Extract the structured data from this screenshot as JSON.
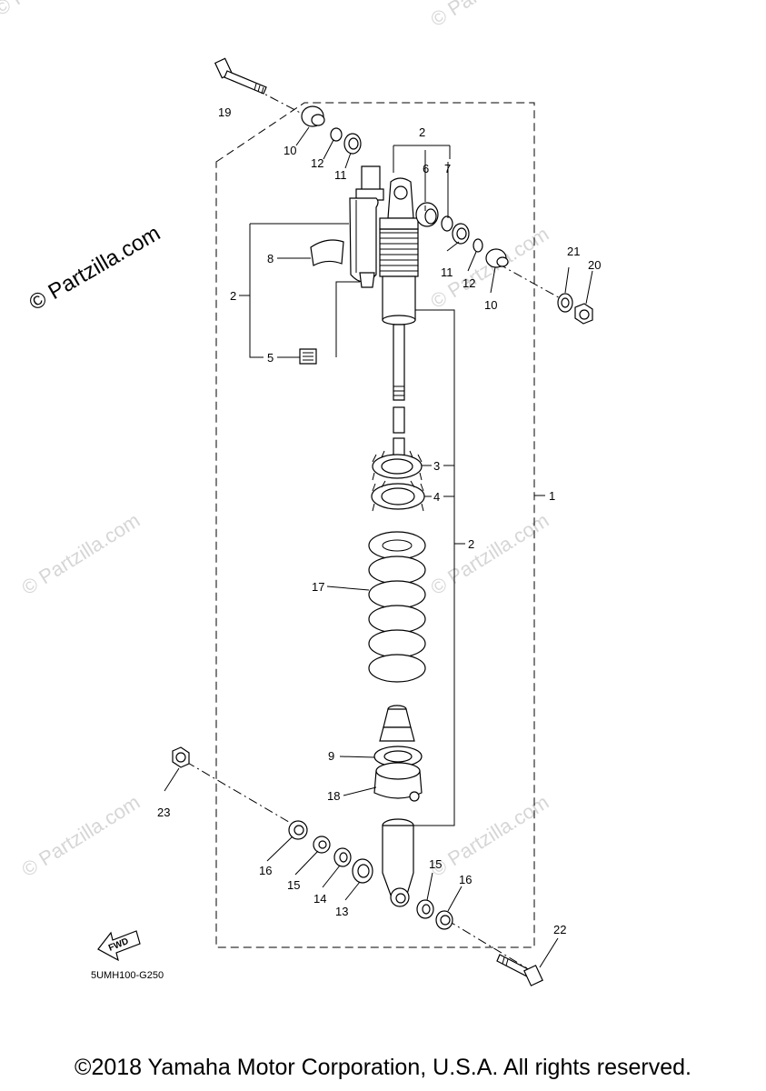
{
  "watermark": {
    "main": "© Partzilla.com",
    "repeat": "© Partzilla.com",
    "color": "#d6d6d6"
  },
  "callouts": {
    "c1": "1",
    "c2a": "2",
    "c2b": "2",
    "c2c": "2",
    "c3": "3",
    "c4": "4",
    "c5": "5",
    "c6": "6",
    "c7": "7",
    "c8": "8",
    "c9": "9",
    "c10a": "10",
    "c10b": "10",
    "c11a": "11",
    "c11b": "11",
    "c12a": "12",
    "c12b": "12",
    "c13": "13",
    "c14": "14",
    "c15a": "15",
    "c15b": "15",
    "c16a": "16",
    "c16b": "16",
    "c17": "17",
    "c18": "18",
    "c19": "19",
    "c20": "20",
    "c21": "21",
    "c22": "22",
    "c23": "23"
  },
  "fwd_label": "FWD",
  "diagram_code": "5UMH100-G250",
  "copyright": "©2018 Yamaha Motor Corporation, U.S.A. All rights reserved."
}
